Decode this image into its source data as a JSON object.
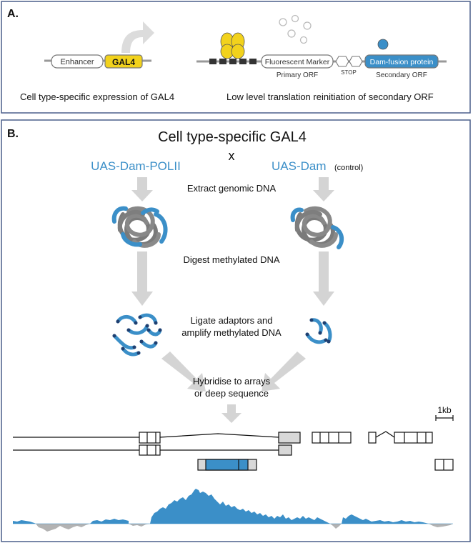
{
  "panelA": {
    "label": "A.",
    "enhancer": "Enhancer",
    "gal4": "GAL4",
    "fluor": "Fluorescent Marker",
    "primary": "Primary ORF",
    "stop": "STOP",
    "dam_fusion": "Dam-fusion protein",
    "secondary": "Secondary ORF",
    "caption_left": "Cell type-specific expression of GAL4",
    "caption_right": "Low level translation reinitiation of secondary ORF"
  },
  "panelB": {
    "label": "B.",
    "title": "Cell type-specific GAL4",
    "cross": "x",
    "uas_pol": "UAS-Dam-POLII",
    "uas_dam": "UAS-Dam",
    "control": "(control)",
    "step1": "Extract genomic DNA",
    "step2": "Digest methylated DNA",
    "step3a": "Ligate adaptors and",
    "step3b": "amplify methylated DNA",
    "step4a": "Hybridise to arrays",
    "step4b": "or deep sequence",
    "scale": "1kb"
  },
  "colors": {
    "blue": "#3b8fc8",
    "yellow": "#f2d21c",
    "grey": "#8c8c8c",
    "light_grey": "#d8d8d8",
    "frame": "#4a5f8a"
  }
}
